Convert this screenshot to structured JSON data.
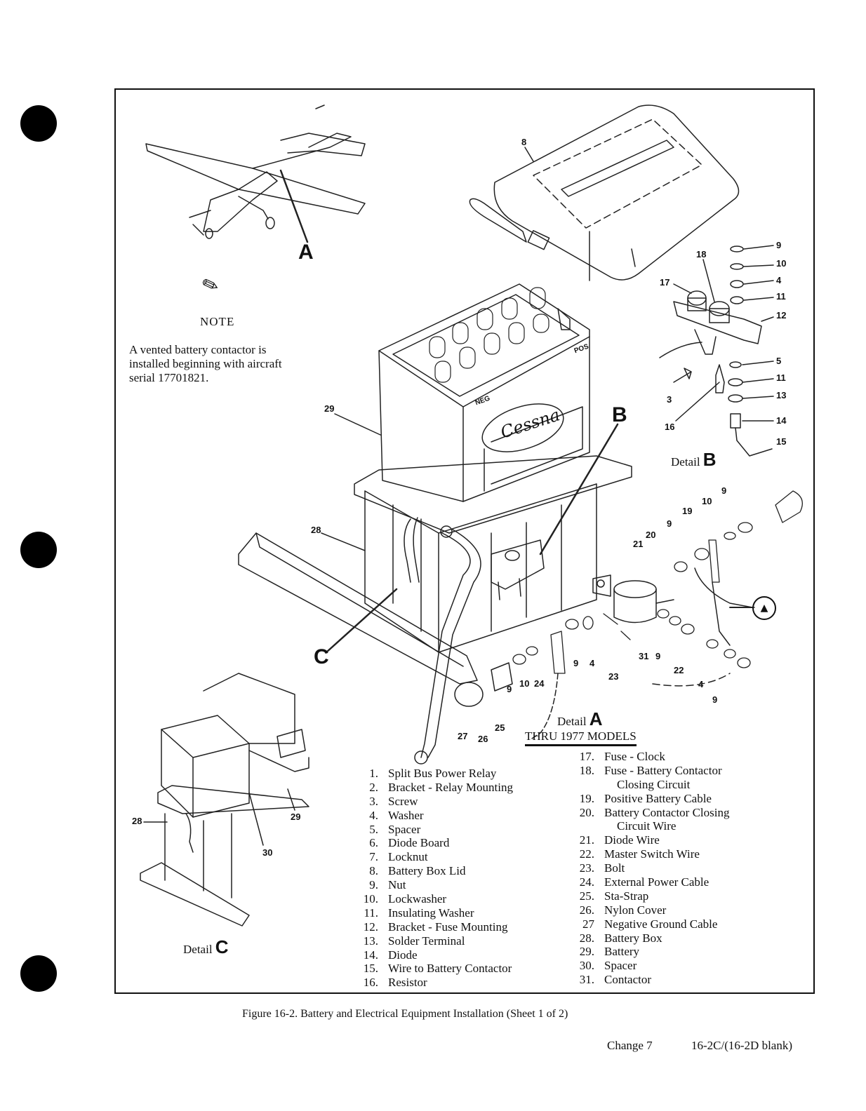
{
  "note": {
    "title": "NOTE",
    "line1": "A vented battery contactor is",
    "line2": "installed beginning with aircraft",
    "line3": "serial 17701821."
  },
  "letters": {
    "a": "A",
    "b": "B",
    "c": "C"
  },
  "details": {
    "detail_word": "Detail",
    "a": "A",
    "b": "B",
    "c": "C",
    "thru_models": "THRU 1977 MODELS"
  },
  "callouts": {
    "c8": "8",
    "c9a": "9",
    "c10a": "10",
    "c4a": "4",
    "c11a": "11",
    "c12": "12",
    "c18": "18",
    "c17": "17",
    "c5": "5",
    "c11b": "11",
    "c13": "13",
    "c14": "14",
    "c15": "15",
    "c3": "3",
    "c16": "16",
    "c29a": "29",
    "c28a": "28",
    "c9b": "9",
    "c10b": "10",
    "c19": "19",
    "c9c": "9",
    "c20": "20",
    "c21": "21",
    "c31": "31",
    "c9d": "9",
    "c22": "22",
    "c4b": "4",
    "c9e": "9",
    "c23": "23",
    "c9f": "9",
    "c4c": "4",
    "c9g": "9",
    "c10c": "10",
    "c24": "24",
    "c25": "25",
    "c27": "27",
    "c26": "26",
    "c28b": "28",
    "c29b": "29",
    "c30": "30"
  },
  "cessna_logo": "Cessna",
  "battery_marks": {
    "pos": "POS",
    "neg": "NEG"
  },
  "legend_left": [
    {
      "num": "1.",
      "label": "Split Bus Power Relay"
    },
    {
      "num": "2.",
      "label": "Bracket - Relay Mounting"
    },
    {
      "num": "3.",
      "label": "Screw"
    },
    {
      "num": "4.",
      "label": "Washer"
    },
    {
      "num": "5.",
      "label": "Spacer"
    },
    {
      "num": "6.",
      "label": "Diode Board"
    },
    {
      "num": "7.",
      "label": "Locknut"
    },
    {
      "num": "8.",
      "label": "Battery Box Lid"
    },
    {
      "num": "9.",
      "label": "Nut"
    },
    {
      "num": "10.",
      "label": "Lockwasher"
    },
    {
      "num": "11.",
      "label": "Insulating Washer"
    },
    {
      "num": "12.",
      "label": "Bracket - Fuse Mounting"
    },
    {
      "num": "13.",
      "label": "Solder Terminal"
    },
    {
      "num": "14.",
      "label": "Diode"
    },
    {
      "num": "15.",
      "label": "Wire to Battery Contactor"
    },
    {
      "num": "16.",
      "label": "Resistor"
    }
  ],
  "legend_right": [
    {
      "num": "17.",
      "label": "Fuse - Clock"
    },
    {
      "num": "18.",
      "label": "Fuse - Battery Contactor"
    },
    {
      "num": "",
      "label": "Closing Circuit",
      "indent": true
    },
    {
      "num": "19.",
      "label": "Positive Battery Cable"
    },
    {
      "num": "20.",
      "label": "Battery Contactor Closing"
    },
    {
      "num": "",
      "label": "Circuit Wire",
      "indent": true
    },
    {
      "num": "21.",
      "label": "Diode Wire"
    },
    {
      "num": "22.",
      "label": "Master Switch Wire"
    },
    {
      "num": "23.",
      "label": "Bolt"
    },
    {
      "num": "24.",
      "label": "External Power Cable"
    },
    {
      "num": "25.",
      "label": "Sta-Strap"
    },
    {
      "num": "26.",
      "label": "Nylon Cover"
    },
    {
      "num": "27",
      "label": "Negative Ground Cable"
    },
    {
      "num": "28.",
      "label": "Battery Box"
    },
    {
      "num": "29.",
      "label": "Battery"
    },
    {
      "num": "30.",
      "label": "Spacer"
    },
    {
      "num": "31.",
      "label": "Contactor"
    }
  ],
  "caption": "Figure 16-2.  Battery and Electrical Equipment Installation (Sheet 1 of 2)",
  "footer": {
    "change": "Change 7",
    "page": "16-2C/(16-2D blank)"
  }
}
